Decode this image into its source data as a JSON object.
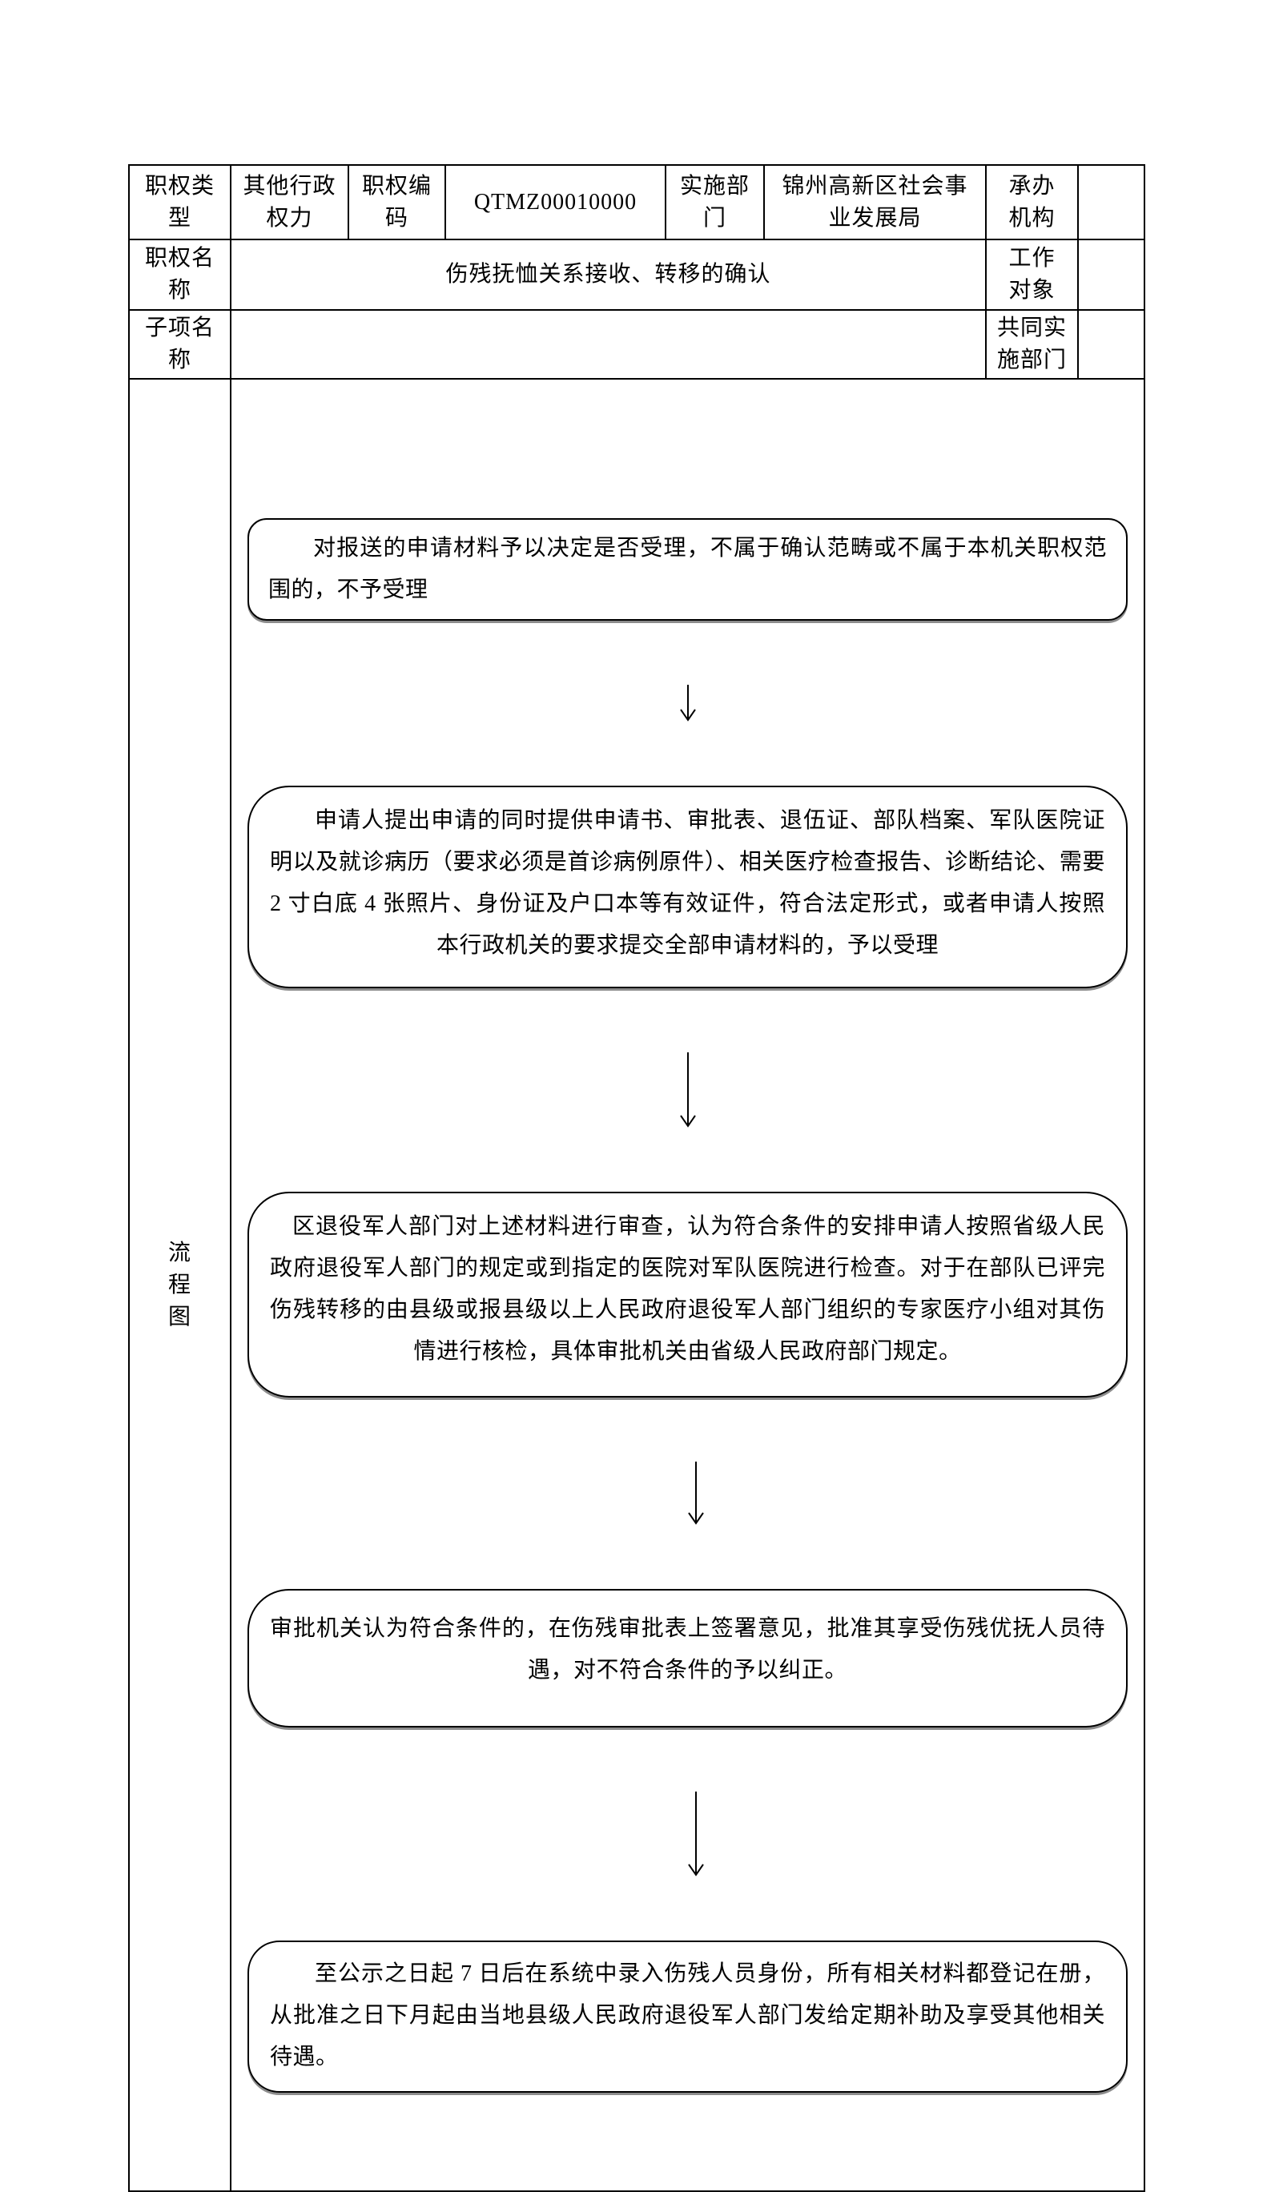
{
  "page": {
    "background": "#ffffff",
    "text_color": "#000000",
    "border_color": "#000000"
  },
  "info_table": {
    "row1": {
      "authority_type_label": "职权类\n型",
      "authority_type_value": "其他行政\n权力",
      "authority_code_label": "职权编\n码",
      "authority_code_value": "QTMZ00010000",
      "implement_dept_label": "实施部\n门",
      "implement_dept_value": "锦州高新区社会事\n业发展局",
      "undertaking_org_label": "承办\n机构",
      "undertaking_org_value": ""
    },
    "row2": {
      "authority_name_label": "职权名\n称",
      "authority_name_value": "伤残抚恤关系接收、转移的确认",
      "work_target_label": "工作\n对象",
      "work_target_value": ""
    },
    "row3": {
      "subitem_name_label": "子项名\n称",
      "subitem_name_value": "",
      "joint_dept_label": "共同实\n施部门",
      "joint_dept_value": ""
    },
    "row4": {
      "flowchart_label": "流\n程\n图"
    }
  },
  "flowchart": {
    "step1": "对报送的申请材料予以决定是否受理，不属于确认范畴或不属于本机关职权范围的，不予受理",
    "step2": "申请人提出申请的同时提供申请书、审批表、退伍证、部队档案、军队医院证明以及就诊病历（要求必须是首诊病例原件）、相关医疗检查报告、诊断结论、需要 2 寸白底 4 张照片、身份证及户口本等有效证件，符合法定形式，或者申请人按照本行政机关的要求提交全部申请材料的，予以受理",
    "step3": "区退役军人部门对上述材料进行审查，认为符合条件的安排申请人按照省级人民政府退役军人部门的规定或到指定的医院对军队医院进行检查。对于在部队已评完伤残转移的由县级或报县级以上人民政府退役军人部门组织的专家医疗小组对其伤情进行核检，具体审批机关由省级人民政府部门规定。",
    "step4": "审批机关认为符合条件的，在伤残审批表上签署意见，批准其享受伤残优抚人员待遇，对不符合条件的予以纠正。",
    "step5": "至公示之日起 7 日后在系统中录入伤残人员身份，所有相关材料都登记在册，从批准之日下月起由当地县级人民政府退役军人部门发给定期补助及享受其他相关待遇。"
  }
}
